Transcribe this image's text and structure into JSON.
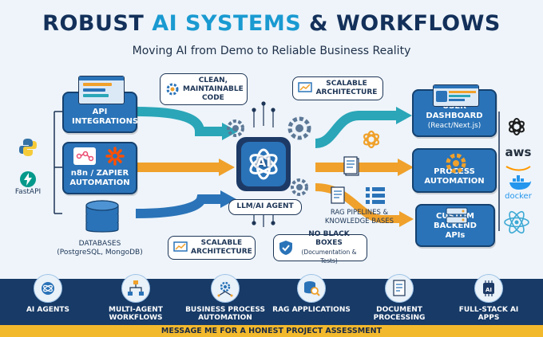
{
  "header": {
    "title_part1": "ROBUST ",
    "title_highlight": "AI SYSTEMS",
    "title_part2": " & WORKFLOWS",
    "subtitle": "Moving AI from Demo to Reliable Business Reality"
  },
  "inputs": {
    "api": "API INTEGRATIONS",
    "automation": "n8n / ZAPIER AUTOMATION",
    "databases": "DATABASES",
    "databases_sub": "(PostgreSQL, MongoDB)"
  },
  "left_tools": {
    "fastapi": "FastAPI"
  },
  "core": {
    "center_label": "AI",
    "agent_label": "LLM/AI AGENT"
  },
  "callouts": {
    "clean_code": "CLEAN, MAINTAINABLE CODE",
    "scalable_top": "SCALABLE ARCHITECTURE",
    "scalable_bottom": "SCALABLE ARCHITECTURE",
    "no_black_boxes": "NO BLACK BOXES",
    "no_black_boxes_sub": "(Documentation & Tests)",
    "rag": "RAG PIPELINES & KNOWLEDGE BASES"
  },
  "outputs": {
    "dashboard": "USER DASHBOARD",
    "dashboard_sub": "(React/Next.js)",
    "process": "PROCESS AUTOMATION",
    "backend": "CUSTOM BACKEND APIs"
  },
  "right_tools": {
    "aws": "aws",
    "docker": "docker"
  },
  "features": [
    {
      "label": "AI AGENTS",
      "icon": "ai-agent-icon"
    },
    {
      "label": "MULTI-AGENT WORKFLOWS",
      "icon": "workflow-icon"
    },
    {
      "label": "BUSINESS PROCESS AUTOMATION",
      "icon": "gear-network-icon"
    },
    {
      "label": "RAG APPLICATIONS",
      "icon": "database-search-icon"
    },
    {
      "label": "DOCUMENT PROCESSING",
      "icon": "document-icon"
    },
    {
      "label": "FULL-STACK AI APPS",
      "icon": "ai-chip-icon"
    }
  ],
  "cta": "MESSAGE ME FOR A HONEST PROJECT ASSESSMENT",
  "colors": {
    "navy": "#13305a",
    "accent_blue": "#1a9ad1",
    "card_blue": "#2a73b8",
    "orange": "#f0a12b",
    "teal": "#2aa6b8",
    "banner": "#173a67",
    "cta_yellow": "#f3b92d"
  }
}
